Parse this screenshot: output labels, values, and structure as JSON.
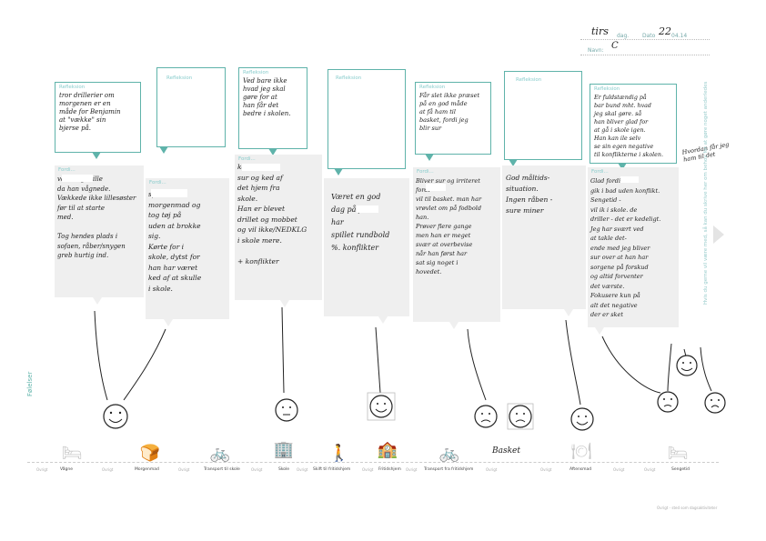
{
  "header": {
    "day_value": "tirs",
    "day_label": "dag.",
    "date_label": "Dato",
    "date_value": "22",
    "date_suffix": "04.14",
    "name_label": "Navn:",
    "name_value": "C"
  },
  "refleksion_label": "Refleksion",
  "fordi_label": "Fordi...",
  "columns": [
    {
      "refl": "tror drillerier om\nmorgenen er en\nmåde for Benjamin\nat \"vække\" sin\nbjerse på.",
      "fordi": "var rolig/stille\nda han vågnede.\nVækkede ikke lillesøster\nfør til at starte\nmed.\n\nTog hendes plads i\nsofaen, råber/snygen\ngreb hurtig ind."
    },
    {
      "refl": "",
      "fordi": "spiste\nmorgenmad og\ntog tøj på\nuden at brokke\nsig.\nKørte for i\nskole, dytst for\nhan har været\nked af at skulle\ni skole."
    },
    {
      "refl": "Ved bare ikke\nhvad jeg skal\ngøre for at\nhan får det\nbedre i skolen.",
      "fordi": "kommer\nsur og ked af\ndet hjem fra\nskole.\nHan er blevet\ndrillet og mobbet\nog vil ikke/NEDKLG\ni skole mere.\n\n+ konflikter"
    },
    {
      "refl": "",
      "fordi": "Været en god\ndag på frit.\nhar\nspillet rundbold\n%. konflikter"
    },
    {
      "refl": "Får slet ikke præset\npå en god måde\nat få ham til\nbasket, fordi jeg\nblir sur",
      "fordi": "Bliver sur og irriteret\nfordi\nvil til basket. man har\nvrøvlet om på fodbold\nhan.\nPrøver flere gange\nmen han er meget\nsvær at overbevise\nnår han først har\nsat sig noget i\nhovedet."
    },
    {
      "refl": "",
      "fordi": "God måltids-\nsituation.\nIngen råben -\nsure miner"
    },
    {
      "refl": "Er fuldstændig på\nbar bund mht. hvad\njeg skal gøre. så\nhan bliver glad for\nat gå i skole igen.\nHan kan ile selv\nse sin egen negative\ntil konflikterne i skolen.",
      "fordi": "Glad fordi\ngik i bad uden konflikt.\nSengetid -\nvil ik i skole. de\ndriller - det er kedeligt.\nJeg har svært ved\nat takle det-\nende med jeg bliver\nsur over at han har\nsorgene på forskud\nog altid forventer\ndet værste.\nFokusere kun på\nalt det negative\nder er sket"
    }
  ],
  "side_note": "Hvordan får jeg ham til det",
  "basket_note": "Basket",
  "feelings_label": "Følelser",
  "side_vertical": "Hvis du gerne vil være med, så kan du skrive her om behov for at gøre noget anderledes",
  "timeline": [
    "Vågne",
    "Morgenmad",
    "Transport til skole",
    "Skole",
    "Skift til fritidshjem",
    "Fritidshjem",
    "Transport fra fritidshjem",
    "Aftensmad",
    "Sengetid"
  ],
  "timeline_sep": "Ovrigt",
  "footer": "Ovrigt - sted som dagsaktiviteter"
}
